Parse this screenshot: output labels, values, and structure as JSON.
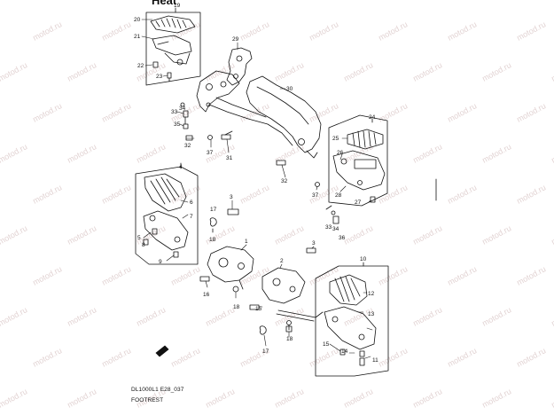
{
  "header": {
    "text": "Heat"
  },
  "caption": {
    "code": "DL1000L1 E28_037",
    "title": "FOOTREST"
  },
  "watermark": {
    "text": "motod.ru"
  },
  "callouts": [
    {
      "id": "c19a",
      "text": "19"
    },
    {
      "id": "c20",
      "text": "20"
    },
    {
      "id": "c21",
      "text": "21"
    },
    {
      "id": "c22",
      "text": "22"
    },
    {
      "id": "c23",
      "text": "23"
    },
    {
      "id": "c29",
      "text": "29"
    },
    {
      "id": "c30",
      "text": "30"
    },
    {
      "id": "c33a",
      "text": "33"
    },
    {
      "id": "c34a",
      "text": "34"
    },
    {
      "id": "c35",
      "text": "35"
    },
    {
      "id": "c32a",
      "text": "32"
    },
    {
      "id": "c37a",
      "text": "37"
    },
    {
      "id": "c31",
      "text": "31"
    },
    {
      "id": "c24",
      "text": "24"
    },
    {
      "id": "c25",
      "text": "25"
    },
    {
      "id": "c26",
      "text": "26"
    },
    {
      "id": "c28",
      "text": "28"
    },
    {
      "id": "c27",
      "text": "27"
    },
    {
      "id": "c32b",
      "text": "32"
    },
    {
      "id": "c37b",
      "text": "37"
    },
    {
      "id": "c33b",
      "text": "33"
    },
    {
      "id": "c34b",
      "text": "34"
    },
    {
      "id": "c36",
      "text": "36"
    },
    {
      "id": "c4",
      "text": "4"
    },
    {
      "id": "c6",
      "text": "6"
    },
    {
      "id": "c7",
      "text": "7"
    },
    {
      "id": "c5",
      "text": "5"
    },
    {
      "id": "c8",
      "text": "8"
    },
    {
      "id": "c9",
      "text": "9"
    },
    {
      "id": "c3a",
      "text": "3"
    },
    {
      "id": "c17a",
      "text": "17"
    },
    {
      "id": "c18a",
      "text": "18"
    },
    {
      "id": "c1",
      "text": "1"
    },
    {
      "id": "c16",
      "text": "16"
    },
    {
      "id": "c18b",
      "text": "18"
    },
    {
      "id": "c3b",
      "text": "3"
    },
    {
      "id": "c2",
      "text": "2"
    },
    {
      "id": "c15",
      "text": "15"
    },
    {
      "id": "c17b",
      "text": "17"
    },
    {
      "id": "c18c",
      "text": "18"
    },
    {
      "id": "c10",
      "text": "10"
    },
    {
      "id": "c12",
      "text": "12"
    },
    {
      "id": "c13",
      "text": "13"
    },
    {
      "id": "c14",
      "text": "14"
    },
    {
      "id": "c11",
      "text": "11"
    },
    {
      "id": "c15b",
      "text": "15"
    }
  ]
}
